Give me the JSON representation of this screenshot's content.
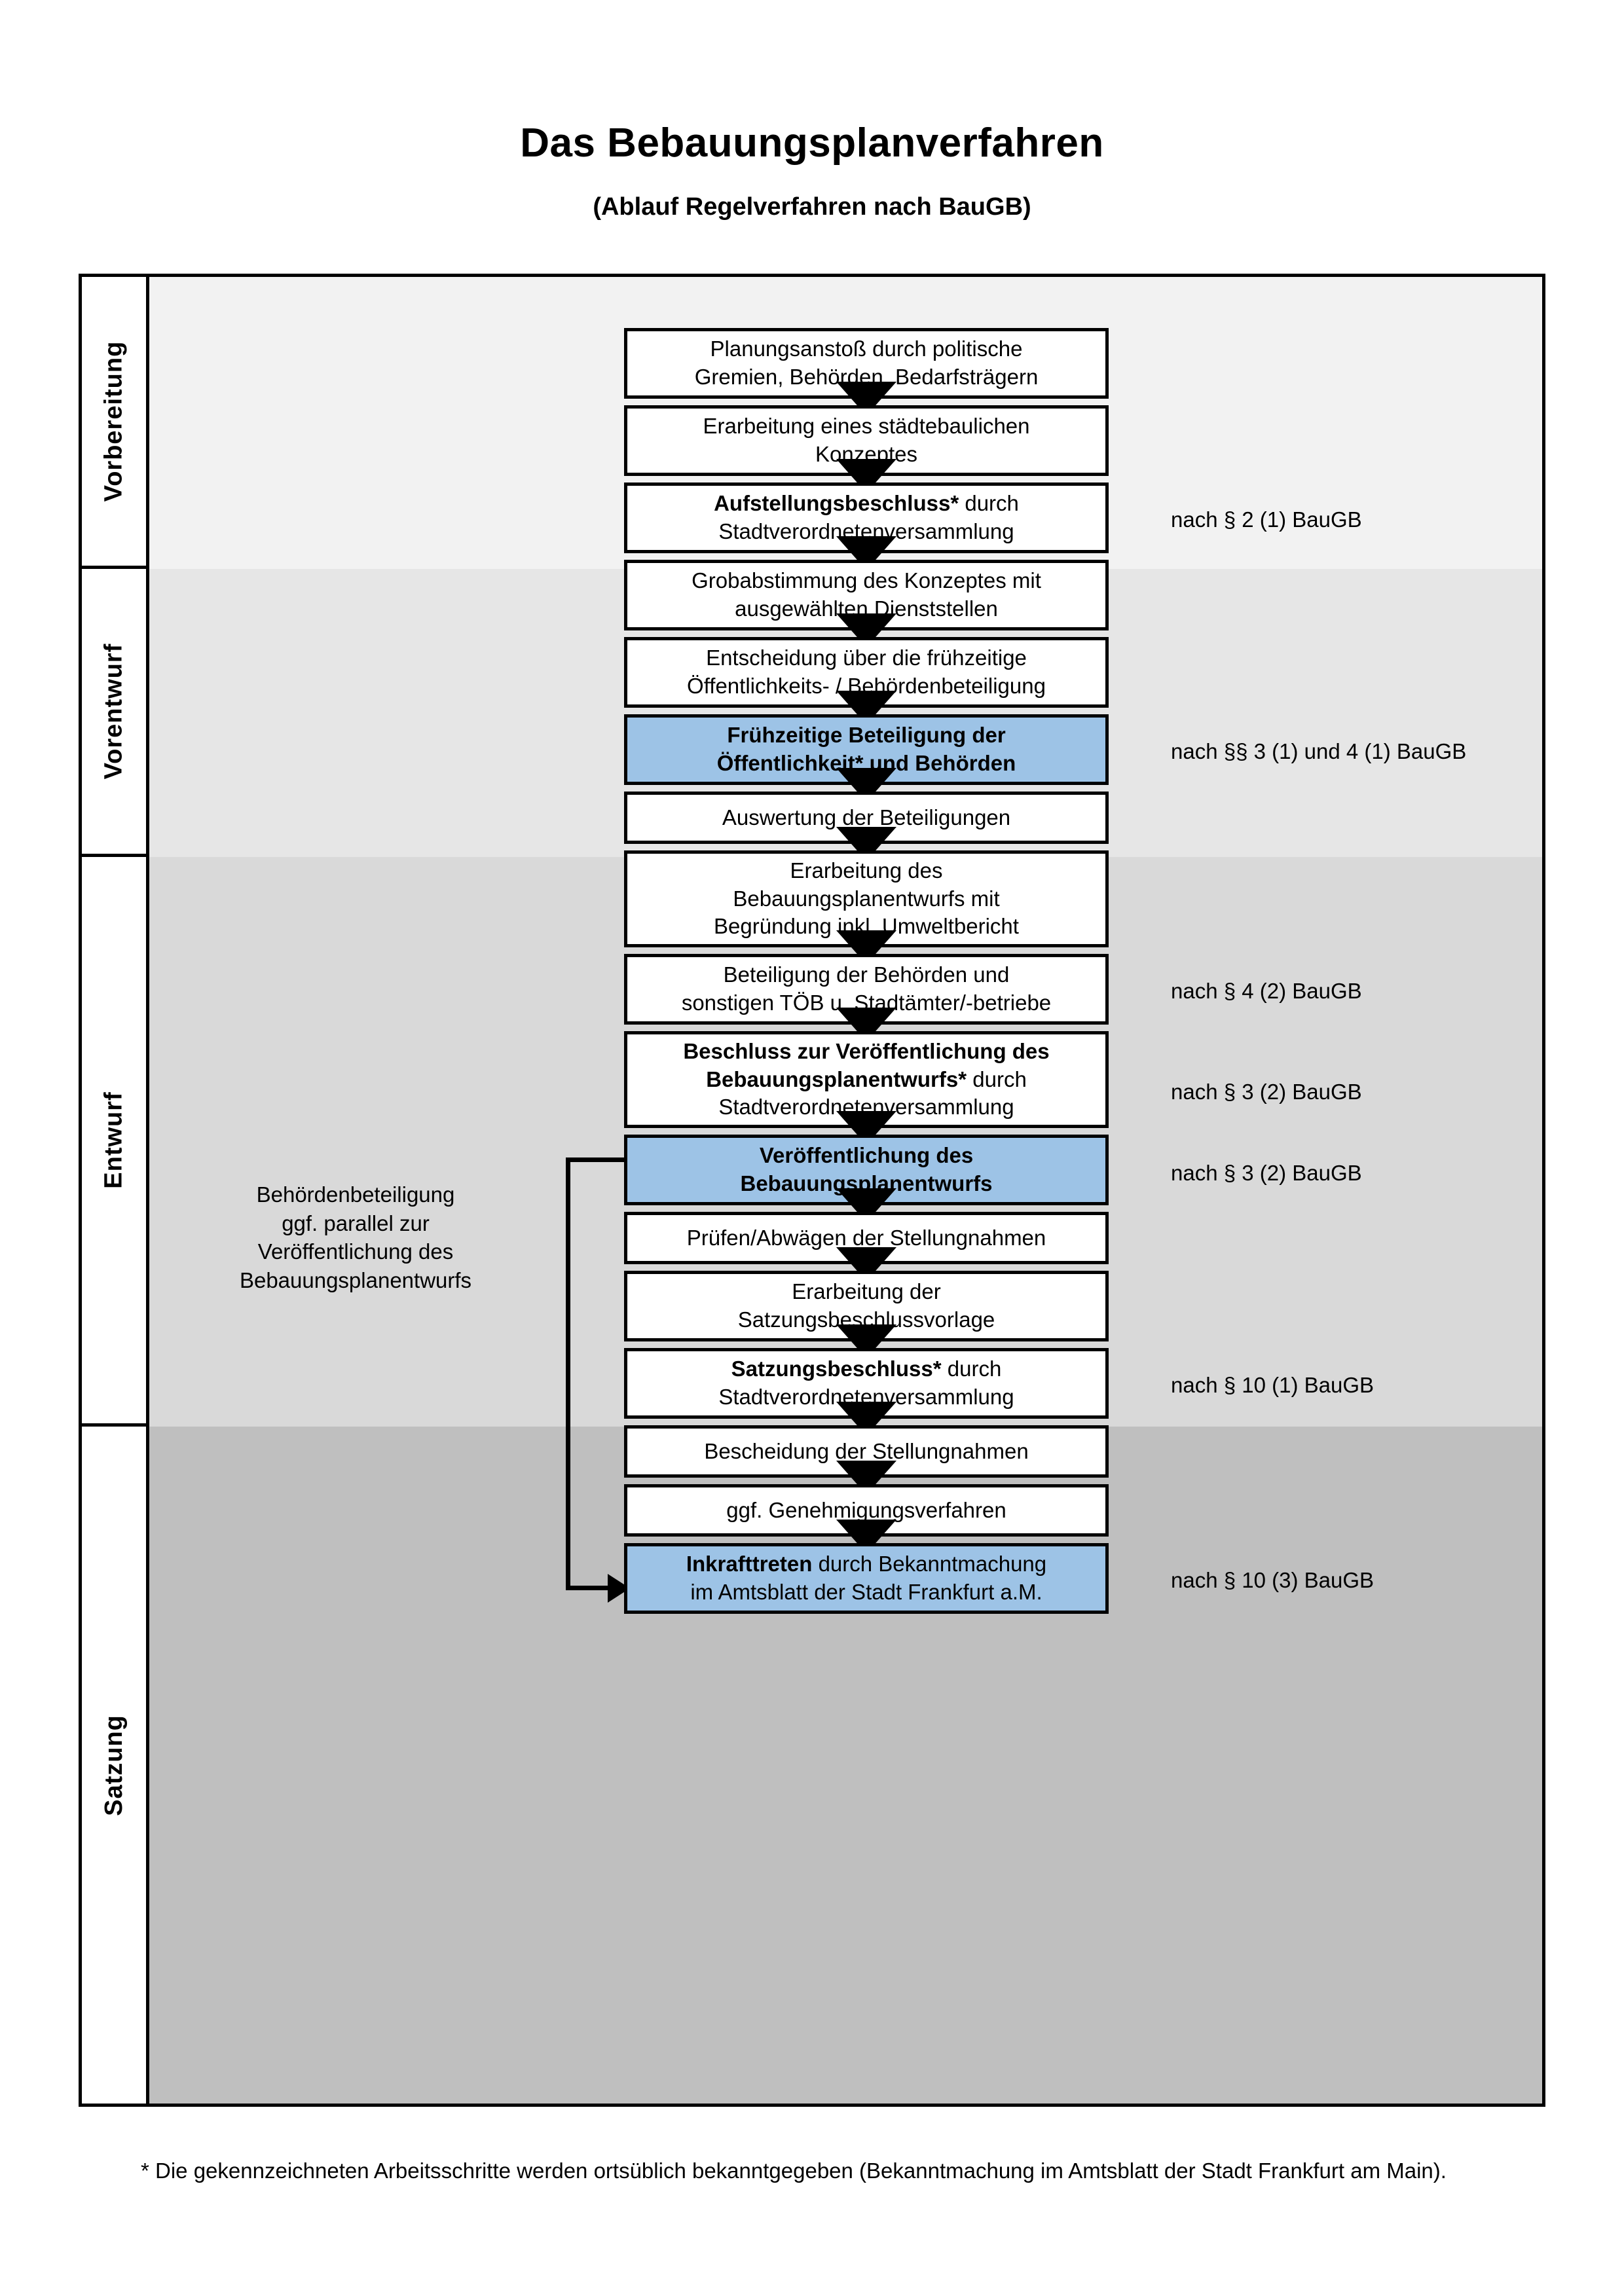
{
  "document": {
    "title": "Das Bebauungsplanverfahren",
    "subtitle": "(Ablauf Regelverfahren nach BauGB)",
    "footnote": "* Die gekennzeichneten Arbeitsschritte werden ortsüblich bekanntgegeben (Bekanntmachung im Amtsblatt  der Stadt Frankfurt am Main)."
  },
  "colors": {
    "highlight_blue": "#9DC3E6",
    "band_1": "#F2F2F2",
    "band_2": "#E6E6E6",
    "band_3": "#D9D9D9",
    "band_4": "#BFBFBF",
    "outline": "#000000"
  },
  "phases": [
    {
      "label": "Vorbereitung"
    },
    {
      "label": "Vorentwurf"
    },
    {
      "label": "Entwurf"
    },
    {
      "label": "Satzung"
    }
  ],
  "steps": [
    {
      "id": "s1",
      "phase": "Vorbereitung",
      "highlight": false,
      "lines": [
        {
          "text": "Planungsanstoß durch politische",
          "bold": false
        },
        {
          "text": "Gremien, Behörden, Bedarfsträgern",
          "bold": false
        }
      ]
    },
    {
      "id": "s2",
      "phase": "Vorbereitung",
      "highlight": false,
      "lines": [
        {
          "text": "Erarbeitung eines städtebaulichen",
          "bold": false
        },
        {
          "text": "Konzeptes",
          "bold": false
        }
      ]
    },
    {
      "id": "s3",
      "phase": "Vorbereitung",
      "highlight": false,
      "lines": [
        {
          "text": "Aufstellungsbeschluss*",
          "bold": true,
          "suffix": " durch"
        },
        {
          "text": "Stadtverordnetenversammlung",
          "bold": false
        }
      ]
    },
    {
      "id": "s4",
      "phase": "Vorentwurf",
      "highlight": false,
      "lines": [
        {
          "text": "Grobabstimmung des Konzeptes mit",
          "bold": false
        },
        {
          "text": "ausgewählten Dienststellen",
          "bold": false
        }
      ]
    },
    {
      "id": "s5",
      "phase": "Vorentwurf",
      "highlight": false,
      "lines": [
        {
          "text": "Entscheidung über die frühzeitige",
          "bold": false
        },
        {
          "text": "Öffentlichkeits- / Behördenbeteiligung",
          "bold": false
        }
      ]
    },
    {
      "id": "s6",
      "phase": "Vorentwurf",
      "highlight": true,
      "lines": [
        {
          "text": "Frühzeitige Beteiligung der",
          "bold": true
        },
        {
          "text": "Öffentlichkeit* und Behörden",
          "bold": true
        }
      ]
    },
    {
      "id": "s7",
      "phase": "Entwurf",
      "highlight": false,
      "lines": [
        {
          "text": "Auswertung der Beteiligungen",
          "bold": false
        }
      ]
    },
    {
      "id": "s8",
      "phase": "Entwurf",
      "highlight": false,
      "lines": [
        {
          "text": "Erarbeitung des",
          "bold": false
        },
        {
          "text": "Bebauungsplanentwurfs mit",
          "bold": false
        },
        {
          "text": "Begründung inkl. Umweltbericht",
          "bold": false
        }
      ]
    },
    {
      "id": "s9",
      "phase": "Entwurf",
      "highlight": false,
      "lines": [
        {
          "text": "Beteiligung der Behörden und",
          "bold": false
        },
        {
          "text": "sonstigen TÖB u. Stadtämter/-betriebe",
          "bold": false
        }
      ]
    },
    {
      "id": "s10",
      "phase": "Entwurf",
      "highlight": false,
      "lines": [
        {
          "text": "Beschluss zur Veröffentlichung des",
          "bold": true
        },
        {
          "text": "Bebauungsplanentwurfs*",
          "bold": true,
          "suffix": " durch"
        },
        {
          "text": "Stadtverordnetenversammlung",
          "bold": false
        }
      ]
    },
    {
      "id": "s11",
      "phase": "Entwurf",
      "highlight": true,
      "lines": [
        {
          "text": "Veröffentlichung des",
          "bold": true
        },
        {
          "text": "Bebauungsplanentwurfs",
          "bold": true
        }
      ]
    },
    {
      "id": "s12",
      "phase": "Satzung",
      "highlight": false,
      "lines": [
        {
          "text": "Prüfen/Abwägen der Stellungnahmen",
          "bold": false
        }
      ]
    },
    {
      "id": "s13",
      "phase": "Satzung",
      "highlight": false,
      "lines": [
        {
          "text": "Erarbeitung der",
          "bold": false
        },
        {
          "text": "Satzungsbeschlussvorlage",
          "bold": false
        }
      ]
    },
    {
      "id": "s14",
      "phase": "Satzung",
      "highlight": false,
      "lines": [
        {
          "text": "Satzungsbeschluss*",
          "bold": true,
          "suffix": " durch"
        },
        {
          "text": "Stadtverordnetenversammlung",
          "bold": false
        }
      ]
    },
    {
      "id": "s15",
      "phase": "Satzung",
      "highlight": false,
      "lines": [
        {
          "text": "Bescheidung der Stellungnahmen",
          "bold": false
        }
      ]
    },
    {
      "id": "s16",
      "phase": "Satzung",
      "highlight": false,
      "lines": [
        {
          "text": "ggf. Genehmigungsverfahren",
          "bold": false
        }
      ]
    },
    {
      "id": "s17",
      "phase": "Satzung",
      "highlight": true,
      "lines": [
        {
          "text": "Inkrafttreten",
          "bold": true,
          "suffix": " durch Bekanntmachung"
        },
        {
          "text": "im Amtsblatt der Stadt Frankfurt a.M.",
          "bold": false
        }
      ]
    }
  ],
  "legal_references": [
    {
      "id": "r1",
      "text": "nach § 2 (1) BauGB",
      "for_step": "s3"
    },
    {
      "id": "r2",
      "text": "nach §§ 3 (1) und 4 (1) BauGB",
      "for_step": "s6"
    },
    {
      "id": "r3",
      "text": "nach § 4 (2) BauGB",
      "for_step": "s9"
    },
    {
      "id": "r4",
      "text": "nach § 3 (2) BauGB",
      "for_step": "s10"
    },
    {
      "id": "r5",
      "text": "nach § 3 (2) BauGB",
      "for_step": "s11"
    },
    {
      "id": "r6",
      "text": "nach § 10 (1) BauGB",
      "for_step": "s14"
    },
    {
      "id": "r7",
      "text": "nach § 10 (3) BauGB",
      "for_step": "s17"
    }
  ],
  "side_note": {
    "lines": [
      "Behördenbeteiligung",
      "ggf. parallel zur",
      "Veröffentlichung des",
      "Bebauungsplanentwurfs"
    ]
  }
}
